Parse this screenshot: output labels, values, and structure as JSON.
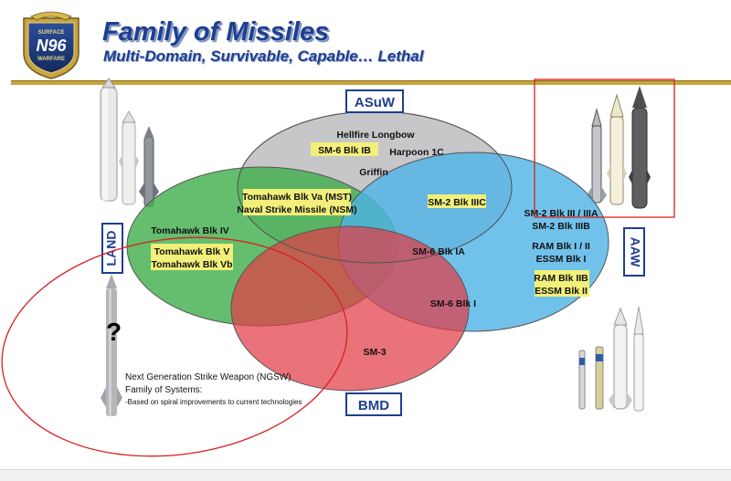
{
  "header": {
    "logo_text": [
      "SURFACE",
      "N96",
      "WARFARE"
    ],
    "title": "Family of Missiles",
    "subtitle": "Multi-Domain, Survivable, Capable… Lethal"
  },
  "domains": {
    "asuw": "ASuW",
    "land": "LAND",
    "aaw": "AAW",
    "bmd": "BMD"
  },
  "missiles": {
    "asuw_only": [
      "Hellfire Longbow",
      "SM-6 Blk IB",
      "Harpoon 1C",
      "Griffin"
    ],
    "land_asuw": [
      "Tomahawk Blk Va (MST)",
      "Naval Strike Missile (NSM)"
    ],
    "asuw_aaw": "SM-2 Blk IIIC",
    "land_only": [
      "Tomahawk Blk IV",
      "Tomahawk Blk V",
      "Tomahawk Blk Vb"
    ],
    "center": "SM-6 Blk IA",
    "aaw_only": [
      "SM-2 Blk III / IIIA",
      "SM-2 Blk IIIB",
      "RAM Blk I / II",
      "ESSM Blk I",
      "RAM Blk IIB",
      "ESSM Blk II"
    ],
    "aaw_bmd": "SM-6 Blk I",
    "bmd_only": "SM-3"
  },
  "ngsw": {
    "question_mark": "?",
    "title": "Next Generation Strike Weapon (NGSW)",
    "line2": "Family of Systems:",
    "line3": "-Based on spiral improvements to current technologies"
  },
  "colors": {
    "title_blue": "#1f3f8f",
    "asuw_fill": "#b9b9bd",
    "land_fill": "#3fae4a",
    "aaw_fill": "#4db3e6",
    "bmd_fill": "#e23b47",
    "highlight": "#f2f07a",
    "annotation_red": "#d92020"
  }
}
